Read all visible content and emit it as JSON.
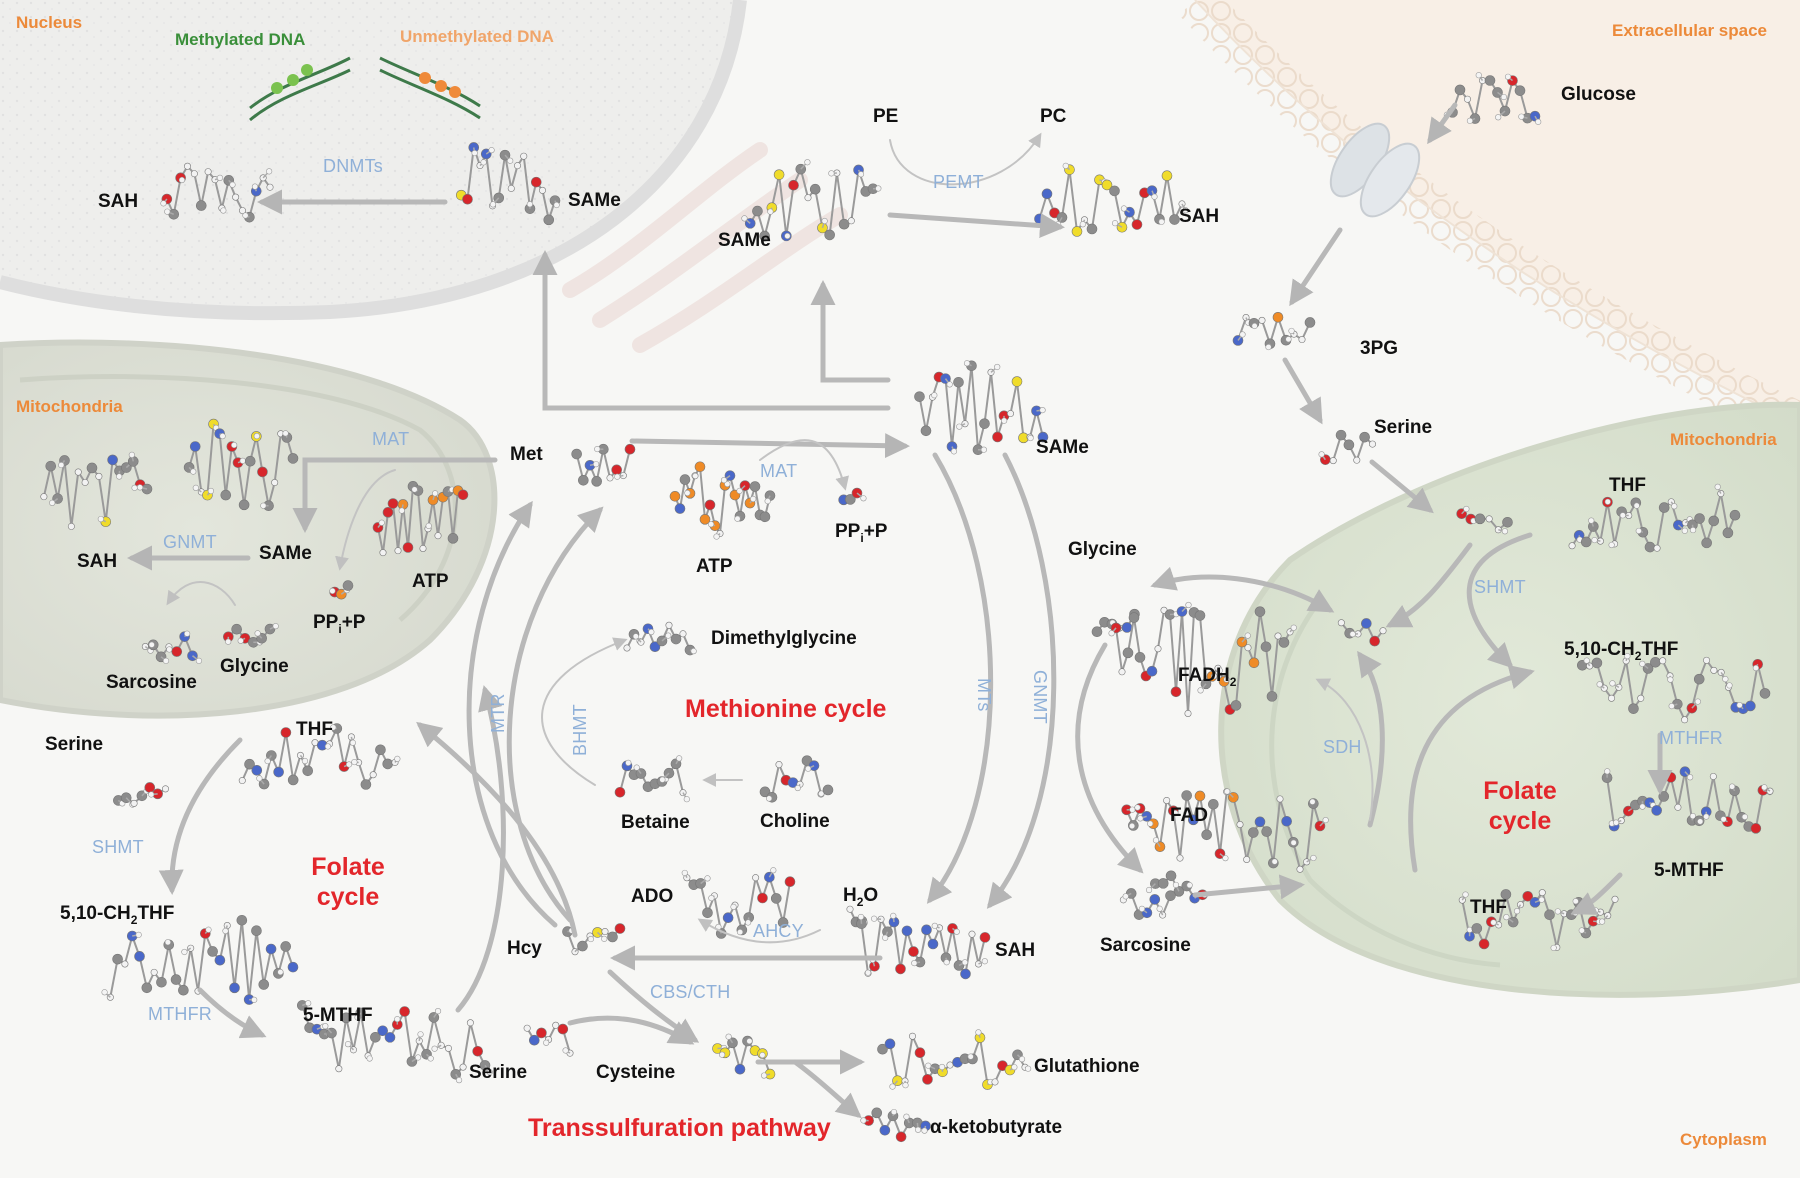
{
  "compartments": {
    "nucleus": "Nucleus",
    "extracellular": "Extracellular space",
    "mito_left": "Mitochondria",
    "mito_right": "Mitochondria",
    "cytoplasm": "Cytoplasm"
  },
  "dna": {
    "methylated": "Methylated DNA",
    "unmethylated": "Unmethylated DNA"
  },
  "cycles": {
    "methionine": "Methionine cycle",
    "folate_left_1": "Folate",
    "folate_left_2": "cycle",
    "folate_right_1": "Folate",
    "folate_right_2": "cycle",
    "transsulfuration": "Transsulfuration pathway"
  },
  "enzymes": {
    "dnmts": "DNMTs",
    "pemt": "PEMT",
    "mat_left": "MAT",
    "mat_center": "MAT",
    "gnmt_left": "GNMT",
    "gnmt_center": "GNMT",
    "mts": "MTs",
    "mtr": "MTR",
    "bhmt": "BHMT",
    "ahcy": "AHCY",
    "cbs_cth": "CBS/CTH",
    "shmt_left": "SHMT",
    "mthfr_left": "MTHFR",
    "shmt_right": "SHMT",
    "mthfr_right": "MTHFR",
    "sdh": "SDH"
  },
  "compounds": {
    "sah_nucleus": "SAH",
    "same_nucleus": "SAMe",
    "pe": "PE",
    "pc": "PC",
    "same_pemt": "SAMe",
    "sah_pemt": "SAH",
    "glucose": "Glucose",
    "pg3": "3PG",
    "serine_right": "Serine",
    "thf_right_top": "THF",
    "ch2thf_right": "5,10-CH",
    "ch2thf_right_sub": "2",
    "ch2thf_right_suffix": "THF",
    "mthf_right": "5-MTHF",
    "thf_right_bottom": "THF",
    "met": "Met",
    "same_center": "SAMe",
    "atp_center": "ATP",
    "ppi_center": "PP",
    "ppi_center_sub": "i",
    "ppi_center_suffix": "+P",
    "glycine_center": "Glycine",
    "fadh2": "FADH",
    "fadh2_sub": "2",
    "fad": "FAD",
    "sarcosine_right": "Sarcosine",
    "same_mito": "SAMe",
    "sah_mito": "SAH",
    "atp_mito": "ATP",
    "ppi_mito": "PP",
    "ppi_mito_sub": "i",
    "ppi_mito_suffix": "+P",
    "sarcosine_mito": "Sarcosine",
    "glycine_mito": "Glycine",
    "dimethylglycine": "Dimethylglycine",
    "betaine": "Betaine",
    "choline": "Choline",
    "serine_left": "Serine",
    "thf_left": "THF",
    "ch2thf_left": "5,10-CH",
    "ch2thf_left_sub": "2",
    "ch2thf_left_suffix": "THF",
    "mthf_left": "5-MTHF",
    "ado": "ADO",
    "h2o": "H",
    "h2o_sub": "2",
    "h2o_suffix": "O",
    "sah_center": "SAH",
    "hcy": "Hcy",
    "serine_bottom": "Serine",
    "cysteine": "Cysteine",
    "glutathione": "Glutathione",
    "ketobutyrate": "α-ketobutyrate"
  }
}
